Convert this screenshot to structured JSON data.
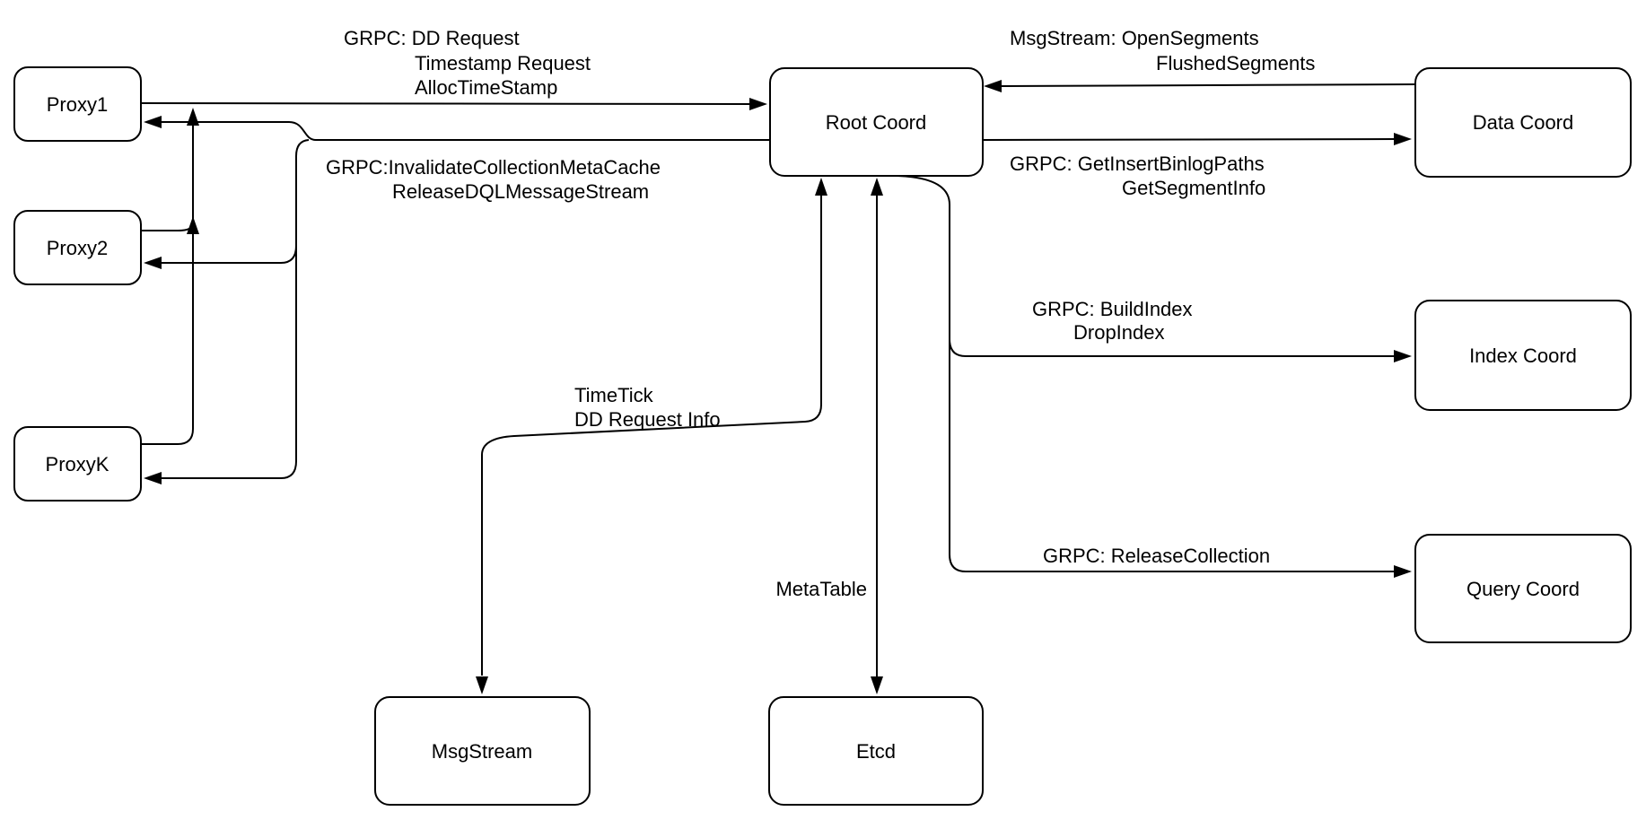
{
  "nodes": {
    "proxy1": {
      "label": "Proxy1"
    },
    "proxy2": {
      "label": "Proxy2"
    },
    "proxyk": {
      "label": "ProxyK"
    },
    "root_coord": {
      "label": "Root Coord"
    },
    "data_coord": {
      "label": "Data Coord"
    },
    "index_coord": {
      "label": "Index Coord"
    },
    "query_coord": {
      "label": "Query Coord"
    },
    "msgstream": {
      "label": "MsgStream"
    },
    "etcd": {
      "label": "Etcd"
    }
  },
  "edge_labels": {
    "proxies_to_root_coord": [
      "GRPC: DD Request",
      "Timestamp Request",
      "AllocTimeStamp"
    ],
    "root_coord_to_proxies": [
      "GRPC:InvalidateCollectionMetaCache",
      "ReleaseDQLMessageStream"
    ],
    "data_coord_to_root_coord": [
      "MsgStream: OpenSegments",
      "FlushedSegments"
    ],
    "root_coord_to_data_coord": [
      "GRPC: GetInsertBinlogPaths",
      "GetSegmentInfo"
    ],
    "root_coord_to_index_coord": [
      "GRPC: BuildIndex",
      "DropIndex"
    ],
    "root_coord_to_query_coord": [
      "GRPC: ReleaseCollection"
    ],
    "root_coord_to_msgstream": [
      "TimeTick",
      "DD Request Info"
    ],
    "root_coord_to_etcd": [
      "MetaTable"
    ]
  },
  "colors": {
    "background": "#ffffff",
    "node_fill": "#ffffff",
    "node_border": "#000000",
    "line": "#000000",
    "text": "#000000"
  }
}
